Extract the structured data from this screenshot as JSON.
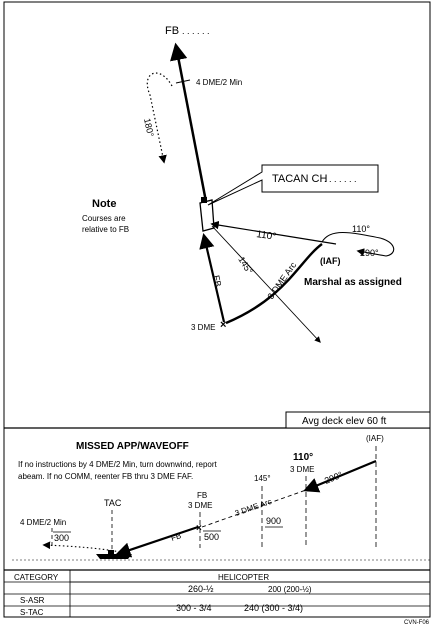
{
  "plan": {
    "fb_label": "FB",
    "fb_dots": ". . . . . .",
    "dme_4_label": "4 DME/2 Min",
    "turn_180": "180°",
    "tacan_label": "TACAN CH",
    "tacan_dots": ". . . . . . .",
    "note_title": "Note",
    "note_line1": "Courses are",
    "note_line2": "relative to FB",
    "course_110_main": "110°",
    "course_110_hold": "110°",
    "course_290_hold": "290°",
    "iaf_label": "(IAF)",
    "marshal_label": "Marshal as assigned",
    "radial_145": "145°",
    "dme_arc": "3 DME Arc",
    "fb_course": "FB",
    "dme_3_label": "3 DME"
  },
  "profile": {
    "deck_elev": "Avg deck elev 60 ft",
    "missed_title": "MISSED APP/WAVEOFF",
    "missed_line1": "If no instructions by 4 DME/2 Min, turn downwind, report",
    "missed_line2": "abeam. If no COMM, reenter FB thru 3 DME FAF.",
    "iaf": "(IAF)",
    "dme_110": "110°",
    "dme_110_sub": "3 DME",
    "r145": "145°",
    "fb": "FB",
    "fb_3dme": "3 DME",
    "arc": "3 DME Arc",
    "course_290": "290°",
    "alt_900": "900",
    "alt_500": "500",
    "alt_300": "300",
    "dme_4": "4 DME/2 Min",
    "tac": "TAC",
    "fb_course": "FB"
  },
  "minima": {
    "category_header": "CATEGORY",
    "helicopter_header": "HELICOPTER",
    "row_top_a": "260-½",
    "row_top_b": "200 (200-½)",
    "row_sasr": "S-ASR",
    "row_stac": "S-TAC",
    "stac_a": "300 - 3/4",
    "stac_b": "240 (300 - 3/4)"
  },
  "footer": {
    "code": "CVN-F06"
  }
}
